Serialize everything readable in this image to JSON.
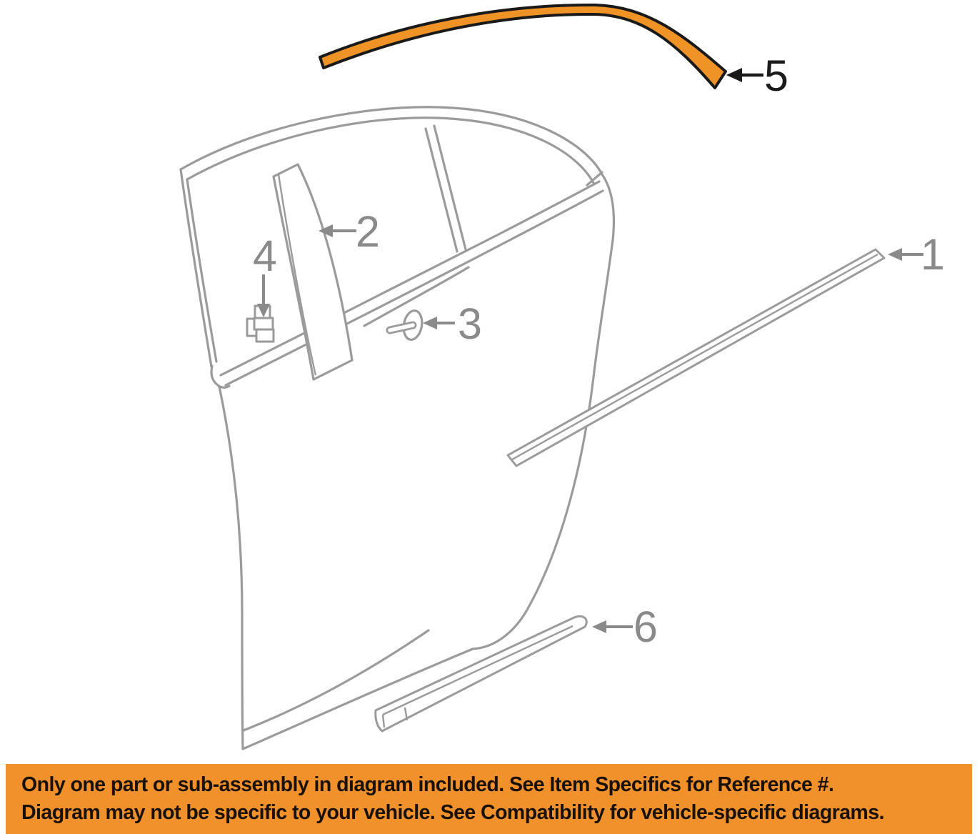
{
  "diagram": {
    "description": "Exploded parts diagram of a sedan rear door exterior moldings",
    "callouts": [
      {
        "number": "1",
        "highlighted": false
      },
      {
        "number": "2",
        "highlighted": false
      },
      {
        "number": "3",
        "highlighted": false
      },
      {
        "number": "4",
        "highlighted": false
      },
      {
        "number": "5",
        "highlighted": true
      },
      {
        "number": "6",
        "highlighted": false
      }
    ],
    "colors": {
      "highlight_orange": "#F09327",
      "line_gray": "#9B9B9B",
      "label_gray": "#8A8A8A",
      "label_black": "#1A1A1A",
      "banner_orange": "#F0912C",
      "banner_text": "#191102"
    }
  },
  "banner": {
    "line1": "Only one part or sub-assembly in diagram included. See Item Specifics for Reference #.",
    "line2": "Diagram may not be specific to your vehicle. See Compatibility for vehicle-specific diagrams."
  }
}
